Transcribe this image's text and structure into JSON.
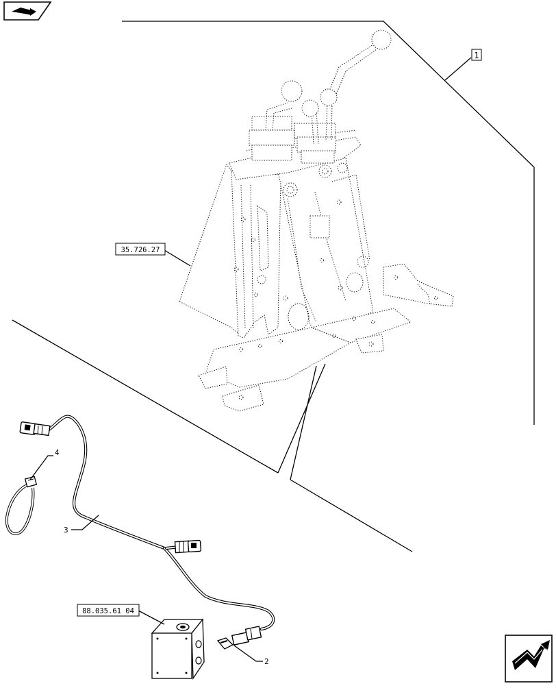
{
  "nav": {
    "back_icon": "book-arrow-icon",
    "forward_icon": "next-page-arrow-icon"
  },
  "labels": {
    "ref_1": "1",
    "ref_2": "2",
    "ref_3": "3",
    "ref_4": "4",
    "ref_box_a": "35.726.27",
    "ref_box_b": "88.035.61 04"
  }
}
